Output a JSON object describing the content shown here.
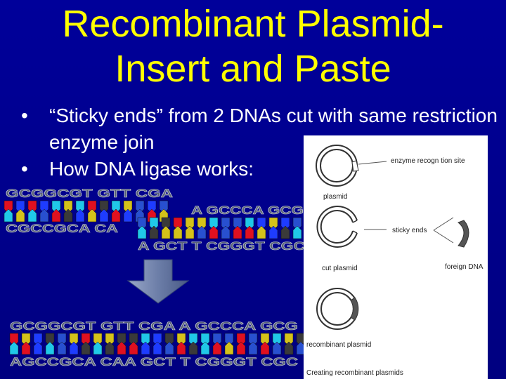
{
  "slide": {
    "title_line1": "Recombinant Plasmid-",
    "title_line2": "Insert and Paste",
    "bullets": [
      "“Sticky ends” from 2 DNAs cut with same restriction enzyme join",
      "How DNA ligase works:"
    ],
    "colors": {
      "background": "#000080",
      "title": "#ffff00",
      "text": "#ffffff"
    }
  },
  "dna_left": {
    "top_strand": "GCGGCGT GTT CGA",
    "bottom_strand": "CGCCGCA CA"
  },
  "dna_right": {
    "top_strand": "A GCCCA GCG",
    "bottom_strand": "A GCT T CGGGT CGC"
  },
  "dna_joined": {
    "top_strand": "GCGGCGT GTT CGA A GCCCA GCG",
    "bottom_strand": "AGCCGCA CAA GCT T CGGGT CGC"
  },
  "figure": {
    "labels": {
      "recognition_site": "enzyme recogn tion site",
      "plasmid": "plasmid",
      "sticky_ends": "sticky ends",
      "cut_plasmid": "cut plasmid",
      "foreign_dna": "foreign DNA",
      "recombinant_plasmid": "recombinant plasmid",
      "caption": "Creating recombinant plasmids"
    }
  },
  "icons": [
    "down-arrow-icon"
  ]
}
